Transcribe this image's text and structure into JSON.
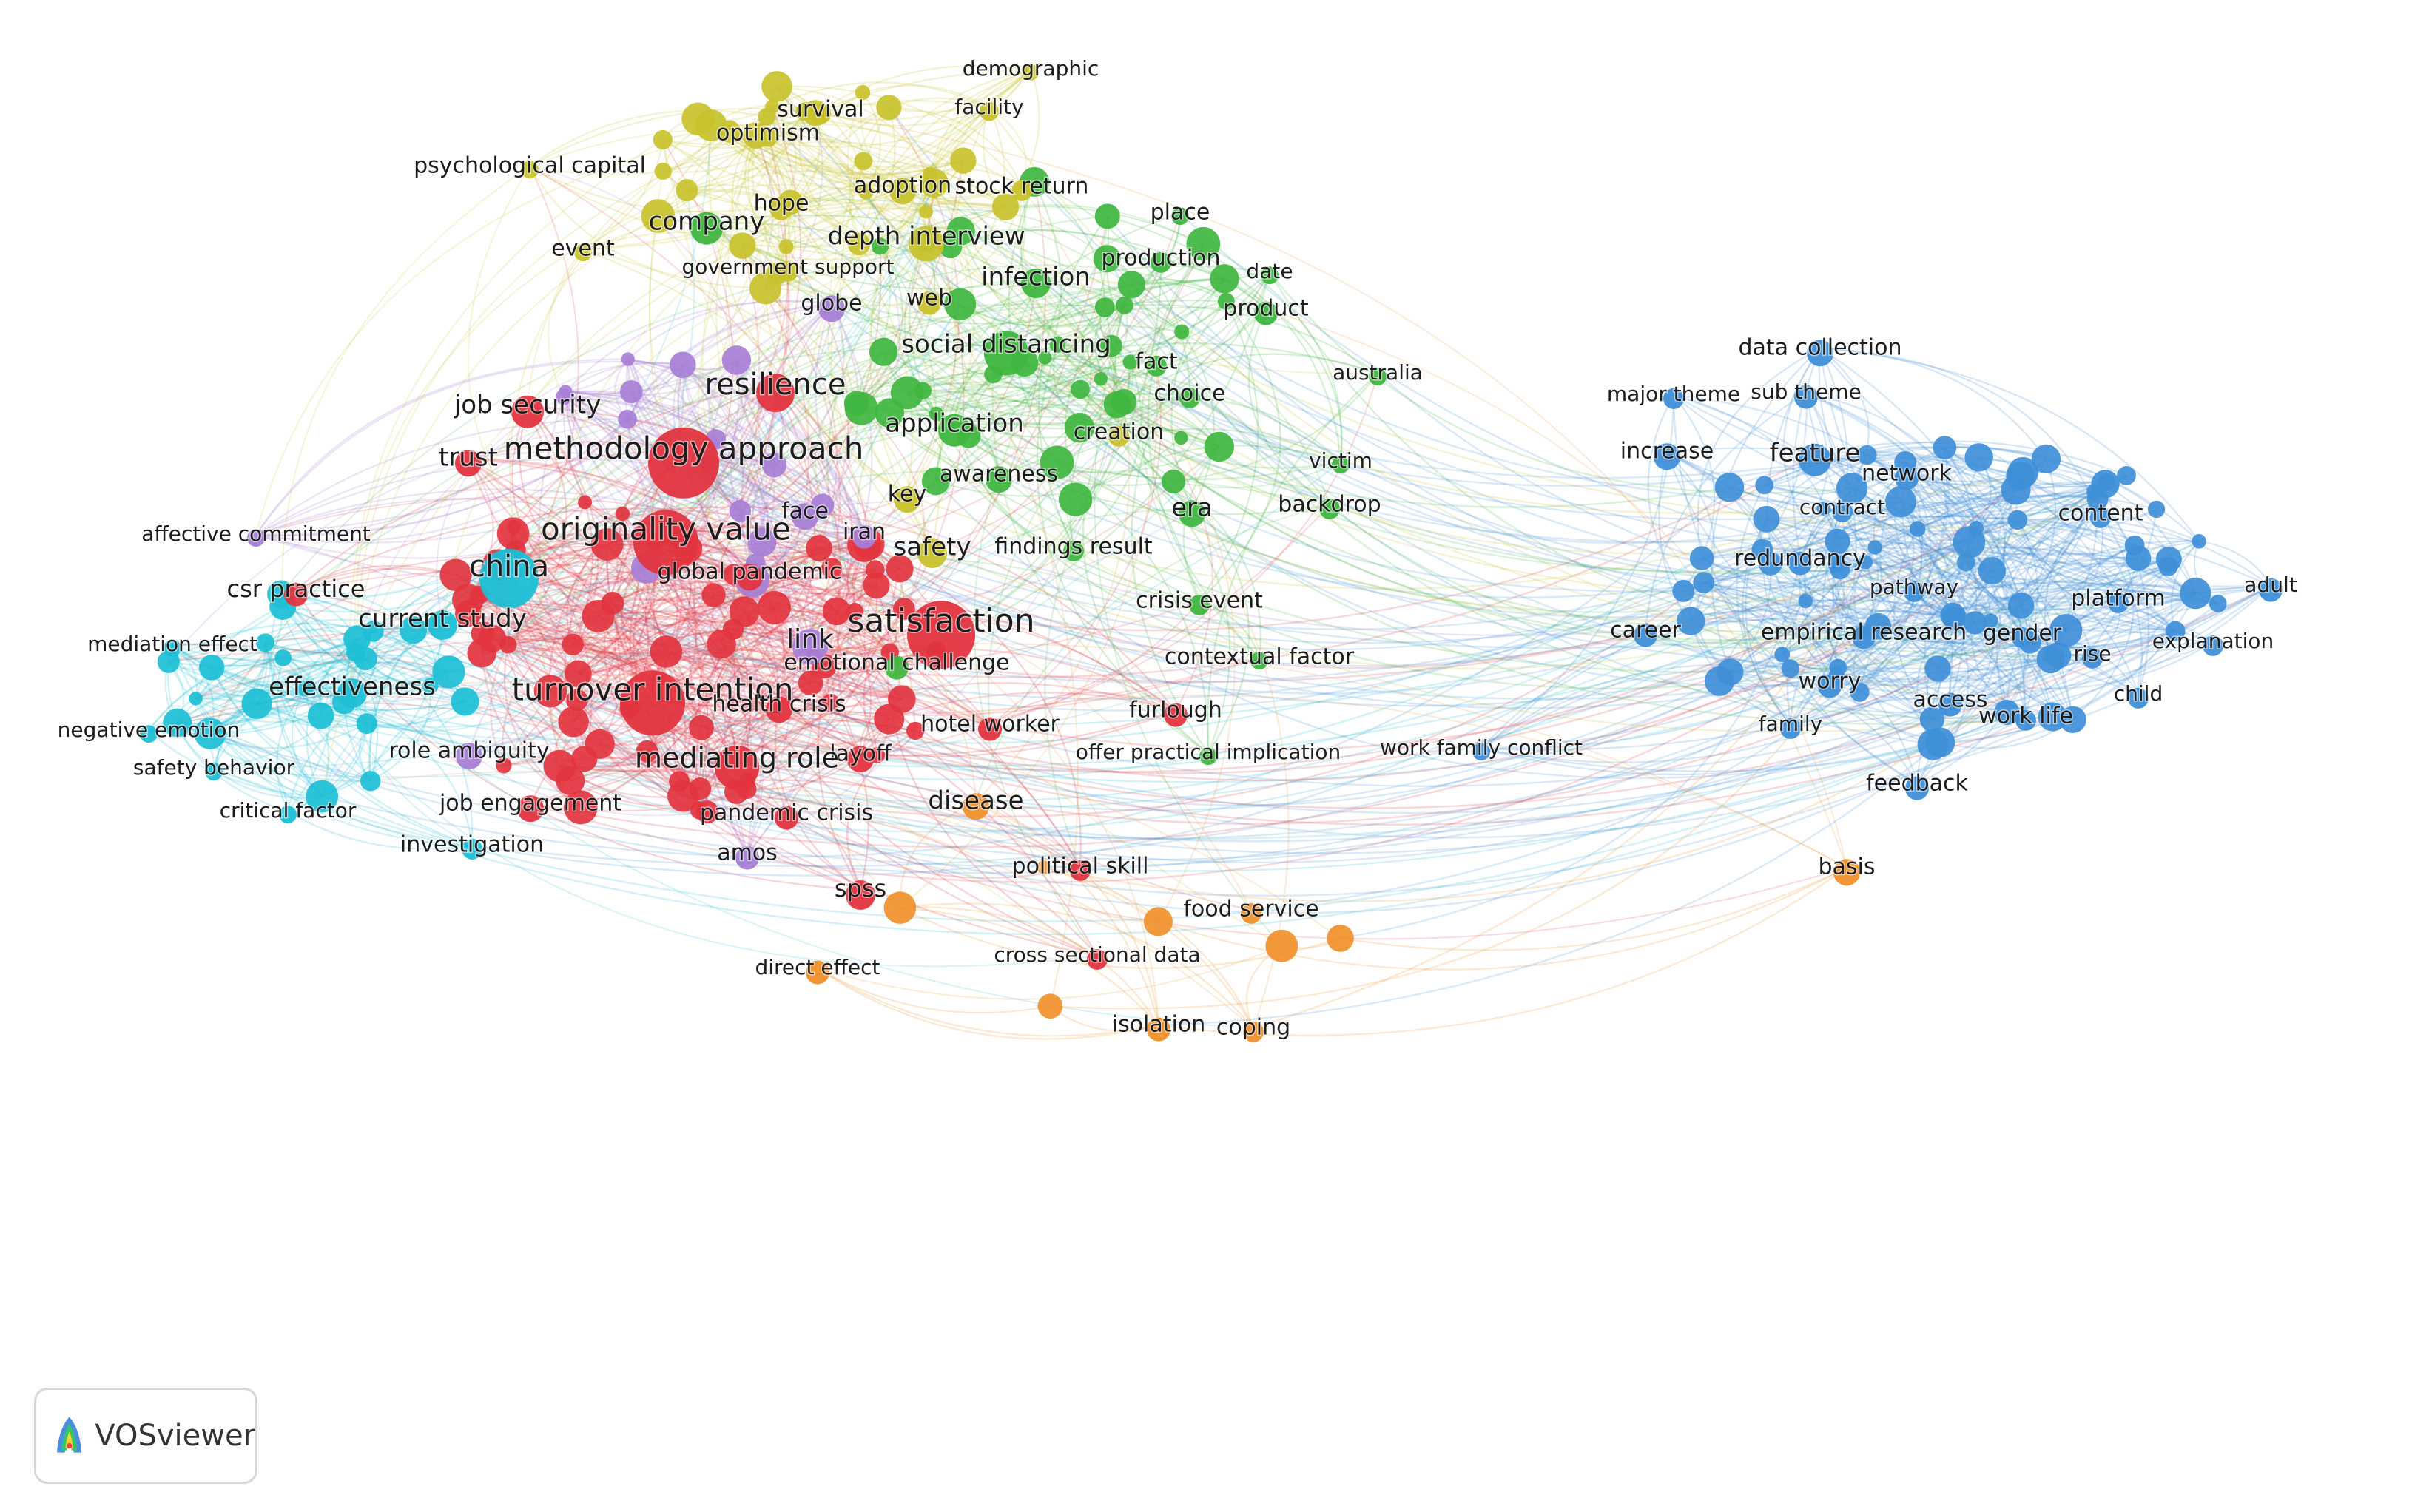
{
  "app": {
    "logo_text": "VOSviewer"
  },
  "clusters": {
    "red": "#e2343f",
    "green": "#3fb63f",
    "blue": "#3f8fd8",
    "yellow": "#c8c22c",
    "purple": "#a77fd6",
    "cyan": "#1cbfd6",
    "orange": "#f0902a"
  },
  "terms": [
    {
      "label": "demographic",
      "cluster": "yellow"
    },
    {
      "label": "facility",
      "cluster": "yellow"
    },
    {
      "label": "survival",
      "cluster": "yellow"
    },
    {
      "label": "optimism",
      "cluster": "yellow"
    },
    {
      "label": "psychological capital",
      "cluster": "yellow"
    },
    {
      "label": "adoption",
      "cluster": "yellow"
    },
    {
      "label": "stock return",
      "cluster": "yellow"
    },
    {
      "label": "hope",
      "cluster": "yellow"
    },
    {
      "label": "company",
      "cluster": "green"
    },
    {
      "label": "event",
      "cluster": "yellow"
    },
    {
      "label": "depth interview",
      "cluster": "yellow"
    },
    {
      "label": "place",
      "cluster": "green"
    },
    {
      "label": "production",
      "cluster": "green"
    },
    {
      "label": "government support",
      "cluster": "yellow"
    },
    {
      "label": "infection",
      "cluster": "green"
    },
    {
      "label": "date",
      "cluster": "green"
    },
    {
      "label": "globe",
      "cluster": "purple"
    },
    {
      "label": "web",
      "cluster": "yellow"
    },
    {
      "label": "product",
      "cluster": "green"
    },
    {
      "label": "social distancing",
      "cluster": "green"
    },
    {
      "label": "fact",
      "cluster": "green"
    },
    {
      "label": "australia",
      "cluster": "green"
    },
    {
      "label": "resilience",
      "cluster": "red"
    },
    {
      "label": "job security",
      "cluster": "red"
    },
    {
      "label": "choice",
      "cluster": "green"
    },
    {
      "label": "application",
      "cluster": "green"
    },
    {
      "label": "creation",
      "cluster": "yellow"
    },
    {
      "label": "trust",
      "cluster": "red"
    },
    {
      "label": "methodology approach",
      "cluster": "red"
    },
    {
      "label": "awareness",
      "cluster": "green"
    },
    {
      "label": "victim",
      "cluster": "green"
    },
    {
      "label": "key",
      "cluster": "yellow"
    },
    {
      "label": "backdrop",
      "cluster": "green"
    },
    {
      "label": "face",
      "cluster": "purple"
    },
    {
      "label": "affective commitment",
      "cluster": "purple"
    },
    {
      "label": "originality value",
      "cluster": "red"
    },
    {
      "label": "era",
      "cluster": "green"
    },
    {
      "label": "iran",
      "cluster": "purple"
    },
    {
      "label": "findings result",
      "cluster": "green"
    },
    {
      "label": "safety",
      "cluster": "yellow"
    },
    {
      "label": "china",
      "cluster": "cyan"
    },
    {
      "label": "global pandemic",
      "cluster": "red"
    },
    {
      "label": "csr practice",
      "cluster": "red"
    },
    {
      "label": "crisis event",
      "cluster": "green"
    },
    {
      "label": "satisfaction",
      "cluster": "red"
    },
    {
      "label": "current study",
      "cluster": "cyan"
    },
    {
      "label": "link",
      "cluster": "purple"
    },
    {
      "label": "mediation effect",
      "cluster": "cyan"
    },
    {
      "label": "emotional challenge",
      "cluster": "green"
    },
    {
      "label": "contextual factor",
      "cluster": "green"
    },
    {
      "label": "effectiveness",
      "cluster": "cyan"
    },
    {
      "label": "turnover intention",
      "cluster": "red"
    },
    {
      "label": "health crisis",
      "cluster": "red"
    },
    {
      "label": "furlough",
      "cluster": "red"
    },
    {
      "label": "hotel worker",
      "cluster": "red"
    },
    {
      "label": "negative emotion",
      "cluster": "cyan"
    },
    {
      "label": "role ambiguity",
      "cluster": "purple"
    },
    {
      "label": "layoff",
      "cluster": "red"
    },
    {
      "label": "offer practical implication",
      "cluster": "green"
    },
    {
      "label": "work family conflict",
      "cluster": "blue"
    },
    {
      "label": "safety behavior",
      "cluster": "cyan"
    },
    {
      "label": "mediating role",
      "cluster": "red"
    },
    {
      "label": "critical factor",
      "cluster": "cyan"
    },
    {
      "label": "job engagement",
      "cluster": "red"
    },
    {
      "label": "disease",
      "cluster": "orange"
    },
    {
      "label": "pandemic crisis",
      "cluster": "red"
    },
    {
      "label": "investigation",
      "cluster": "cyan"
    },
    {
      "label": "amos",
      "cluster": "purple"
    },
    {
      "label": "political skill",
      "cluster": "red"
    },
    {
      "label": "spss",
      "cluster": "red"
    },
    {
      "label": "food service",
      "cluster": "orange"
    },
    {
      "label": "cross sectional data",
      "cluster": "red"
    },
    {
      "label": "direct effect",
      "cluster": "orange"
    },
    {
      "label": "isolation",
      "cluster": "orange"
    },
    {
      "label": "coping",
      "cluster": "orange"
    },
    {
      "label": "data collection",
      "cluster": "blue"
    },
    {
      "label": "major theme",
      "cluster": "blue"
    },
    {
      "label": "sub theme",
      "cluster": "blue"
    },
    {
      "label": "increase",
      "cluster": "blue"
    },
    {
      "label": "feature",
      "cluster": "blue"
    },
    {
      "label": "network",
      "cluster": "blue"
    },
    {
      "label": "contract",
      "cluster": "blue"
    },
    {
      "label": "content",
      "cluster": "blue"
    },
    {
      "label": "redundancy",
      "cluster": "blue"
    },
    {
      "label": "pathway",
      "cluster": "blue"
    },
    {
      "label": "platform",
      "cluster": "blue"
    },
    {
      "label": "adult",
      "cluster": "blue"
    },
    {
      "label": "career",
      "cluster": "blue"
    },
    {
      "label": "empirical research",
      "cluster": "blue"
    },
    {
      "label": "gender",
      "cluster": "blue"
    },
    {
      "label": "rise",
      "cluster": "blue"
    },
    {
      "label": "explanation",
      "cluster": "blue"
    },
    {
      "label": "worry",
      "cluster": "blue"
    },
    {
      "label": "access",
      "cluster": "blue"
    },
    {
      "label": "child",
      "cluster": "blue"
    },
    {
      "label": "family",
      "cluster": "blue"
    },
    {
      "label": "work life",
      "cluster": "blue"
    },
    {
      "label": "feedback",
      "cluster": "blue"
    },
    {
      "label": "basis",
      "cluster": "orange"
    }
  ]
}
